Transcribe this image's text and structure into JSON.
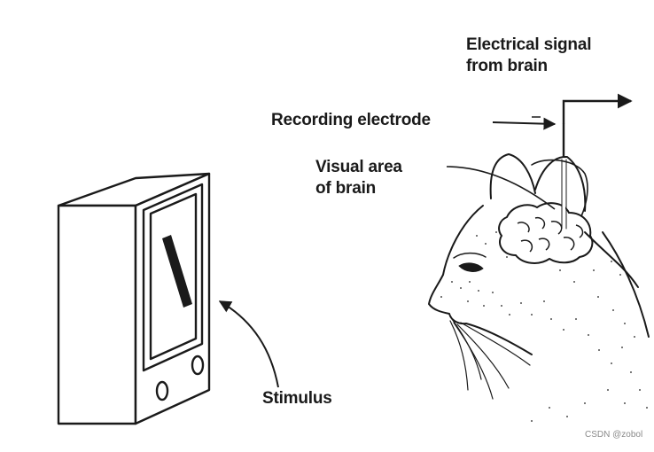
{
  "labels": {
    "signal_line1": "Electrical signal",
    "signal_line2": "from brain",
    "electrode": "Recording electrode",
    "visual_line1": "Visual area",
    "visual_line2": "of brain",
    "stimulus": "Stimulus"
  },
  "watermark": "CSDN @zobol",
  "icons": [
    "stimulus-monitor-icon",
    "stimulus-bar-icon",
    "cat-head-icon",
    "brain-icon",
    "electrode-wire-icon"
  ],
  "colors": {
    "ink": "#1a1a1a",
    "paper": "#ffffff",
    "watermark": "#8a8a8a"
  }
}
